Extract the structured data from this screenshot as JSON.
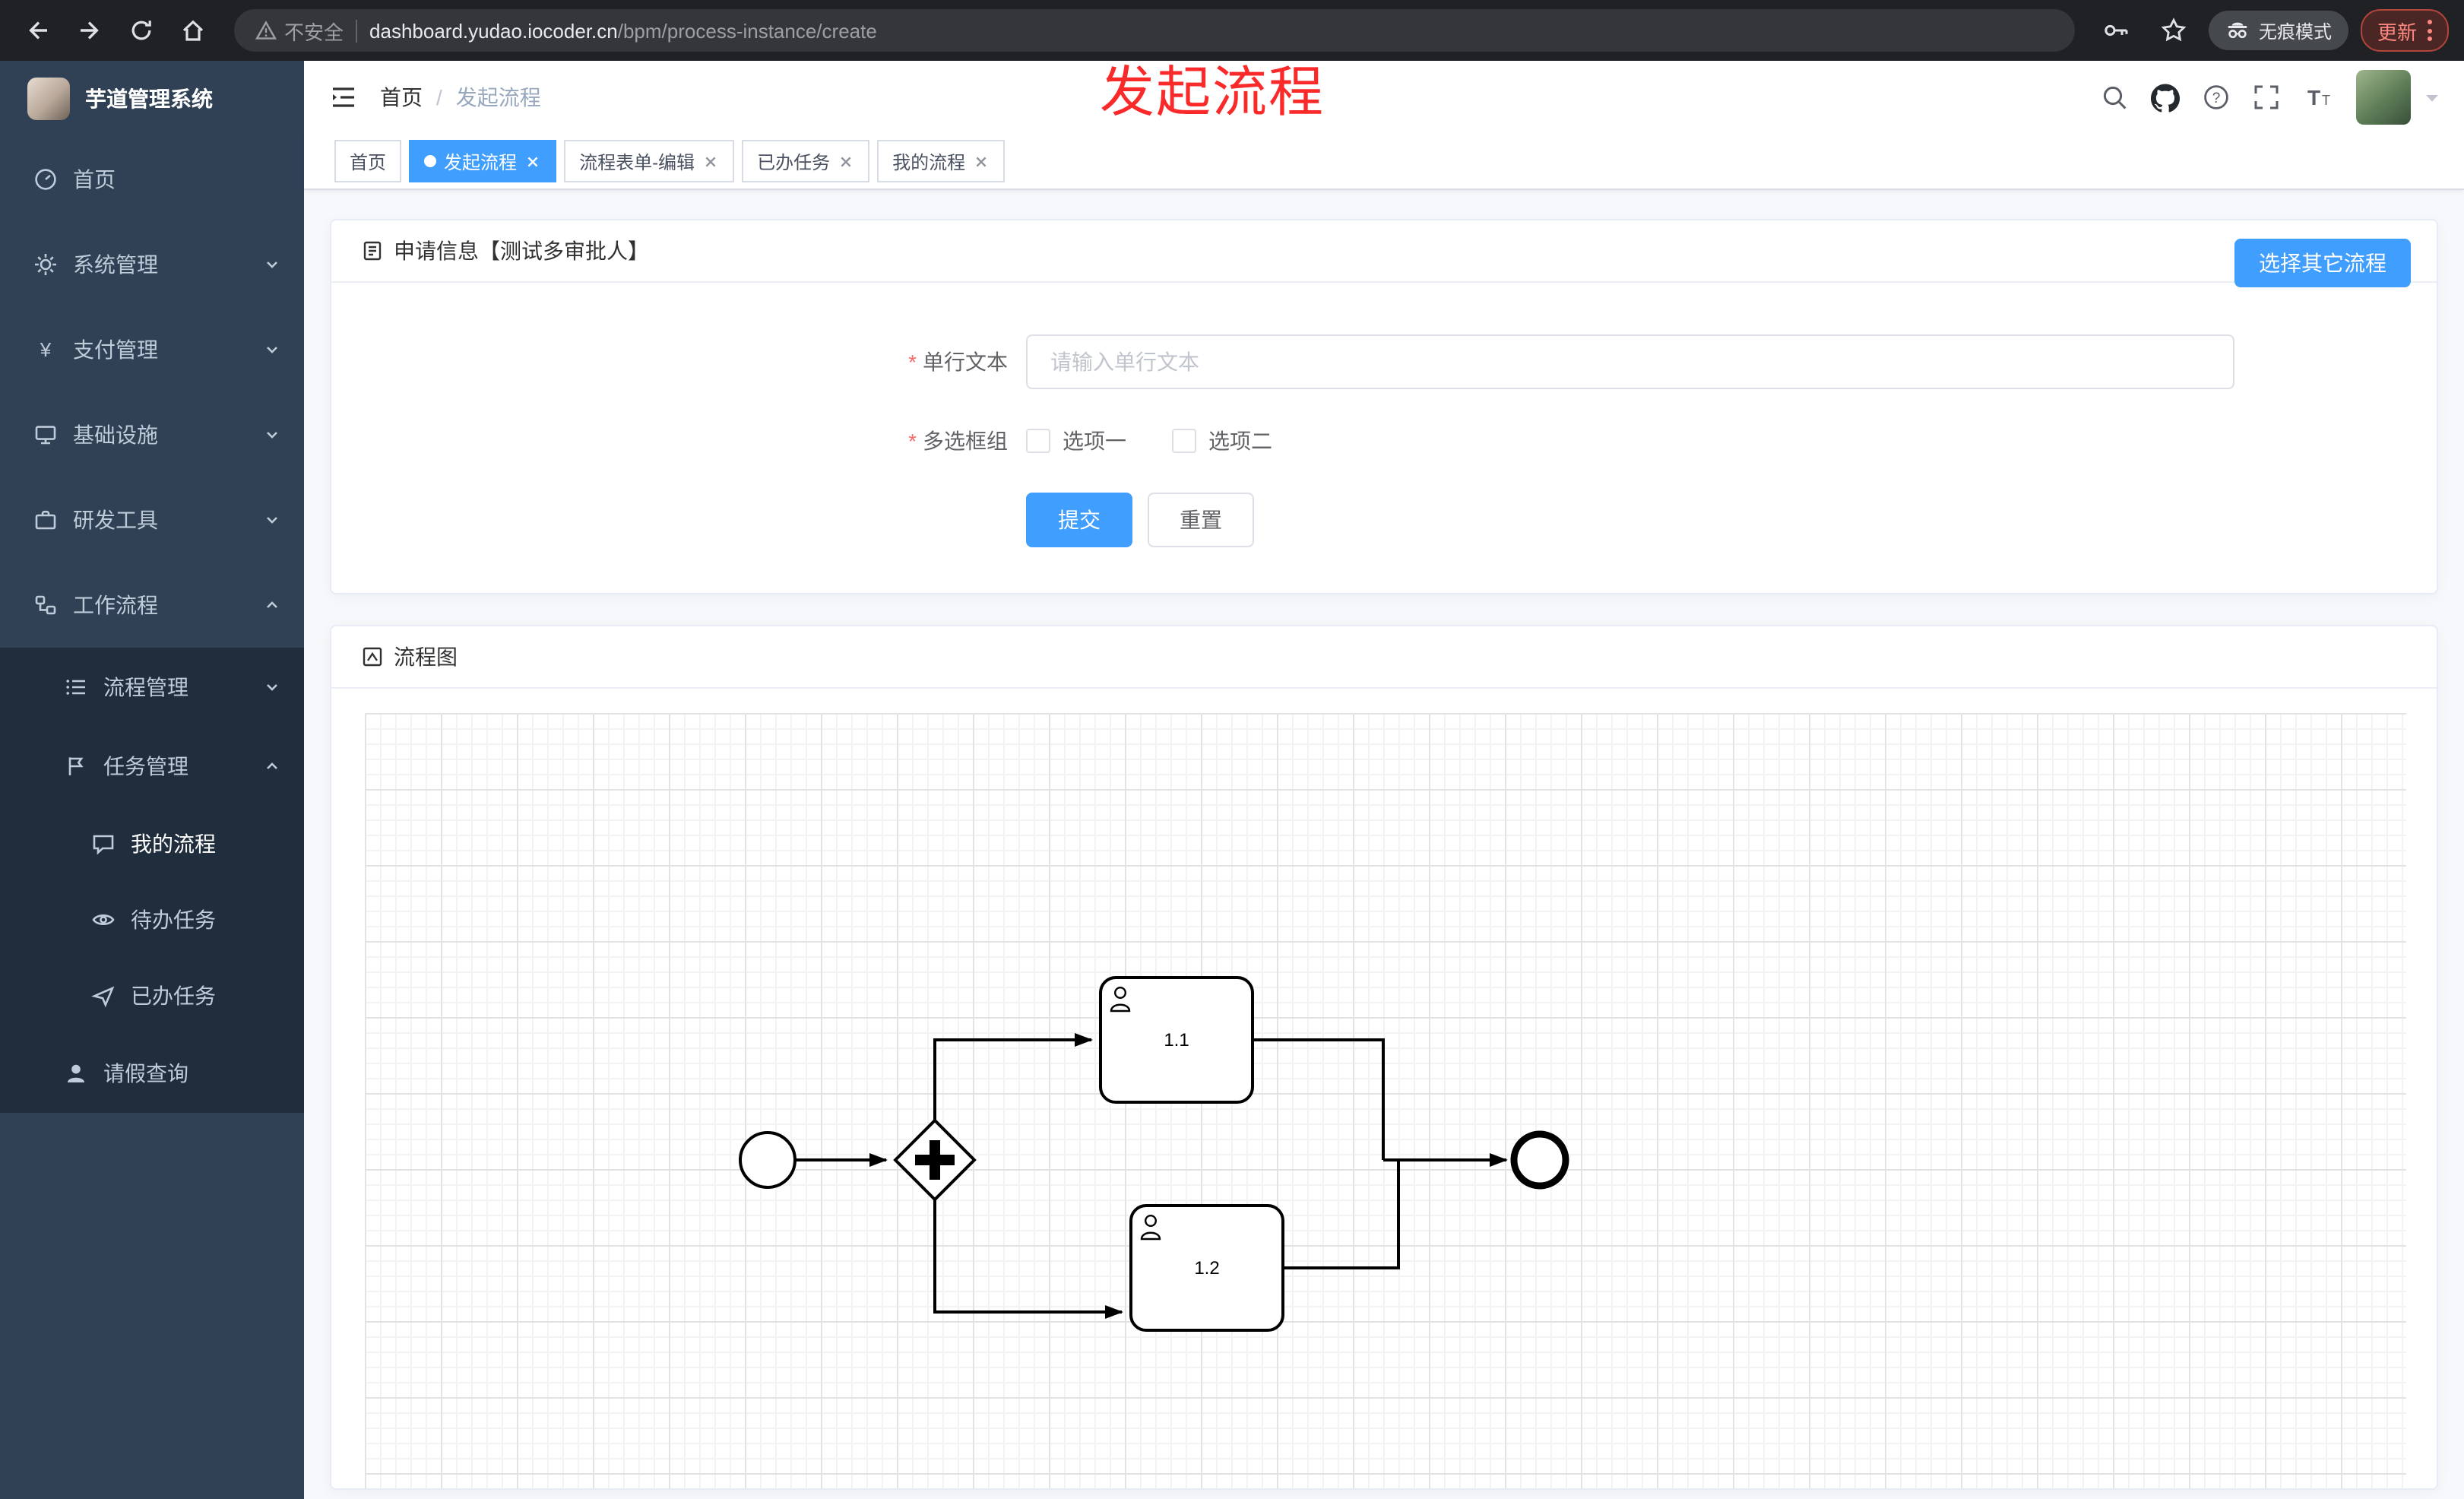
{
  "browser": {
    "security_label": "不安全",
    "url_domain": "dashboard.yudao.iocoder.cn",
    "url_path": "/bpm/process-instance/create",
    "incognito_label": "无痕模式",
    "update_label": "更新"
  },
  "sidebar": {
    "logo_title": "芋道管理系统",
    "items": [
      {
        "label": "首页"
      },
      {
        "label": "系统管理"
      },
      {
        "label": "支付管理"
      },
      {
        "label": "基础设施"
      },
      {
        "label": "研发工具"
      },
      {
        "label": "工作流程"
      },
      {
        "label": "流程管理"
      },
      {
        "label": "任务管理"
      },
      {
        "label": "我的流程"
      },
      {
        "label": "待办任务"
      },
      {
        "label": "已办任务"
      },
      {
        "label": "请假查询"
      }
    ]
  },
  "header": {
    "breadcrumb_home": "首页",
    "breadcrumb_sep": "/",
    "breadcrumb_current": "发起流程",
    "annotation": "发起流程"
  },
  "tabs": [
    {
      "label": "首页",
      "active": false,
      "closable": false
    },
    {
      "label": "发起流程",
      "active": true,
      "closable": true
    },
    {
      "label": "流程表单-编辑",
      "active": false,
      "closable": true
    },
    {
      "label": "已办任务",
      "active": false,
      "closable": true
    },
    {
      "label": "我的流程",
      "active": false,
      "closable": true
    }
  ],
  "form_card": {
    "title": "申请信息【测试多审批人】",
    "choose_other_button": "选择其它流程",
    "text_field_label": "单行文本",
    "text_field_placeholder": "请输入单行文本",
    "checkbox_group_label": "多选框组",
    "checkbox_options": [
      "选项一",
      "选项二"
    ],
    "submit_label": "提交",
    "reset_label": "重置"
  },
  "diagram_card": {
    "title": "流程图",
    "flow": {
      "type": "bpmn",
      "nodes": [
        "start-event",
        "parallel-gateway",
        "user-task-1.1",
        "user-task-1.2",
        "end-event"
      ],
      "task_labels": [
        "1.1",
        "1.2"
      ]
    }
  },
  "colors": {
    "accent": "#409eff",
    "sidebar_bg": "#304156",
    "submenu_bg": "#1f2d3d",
    "annotation_red": "#fb2a2a"
  }
}
